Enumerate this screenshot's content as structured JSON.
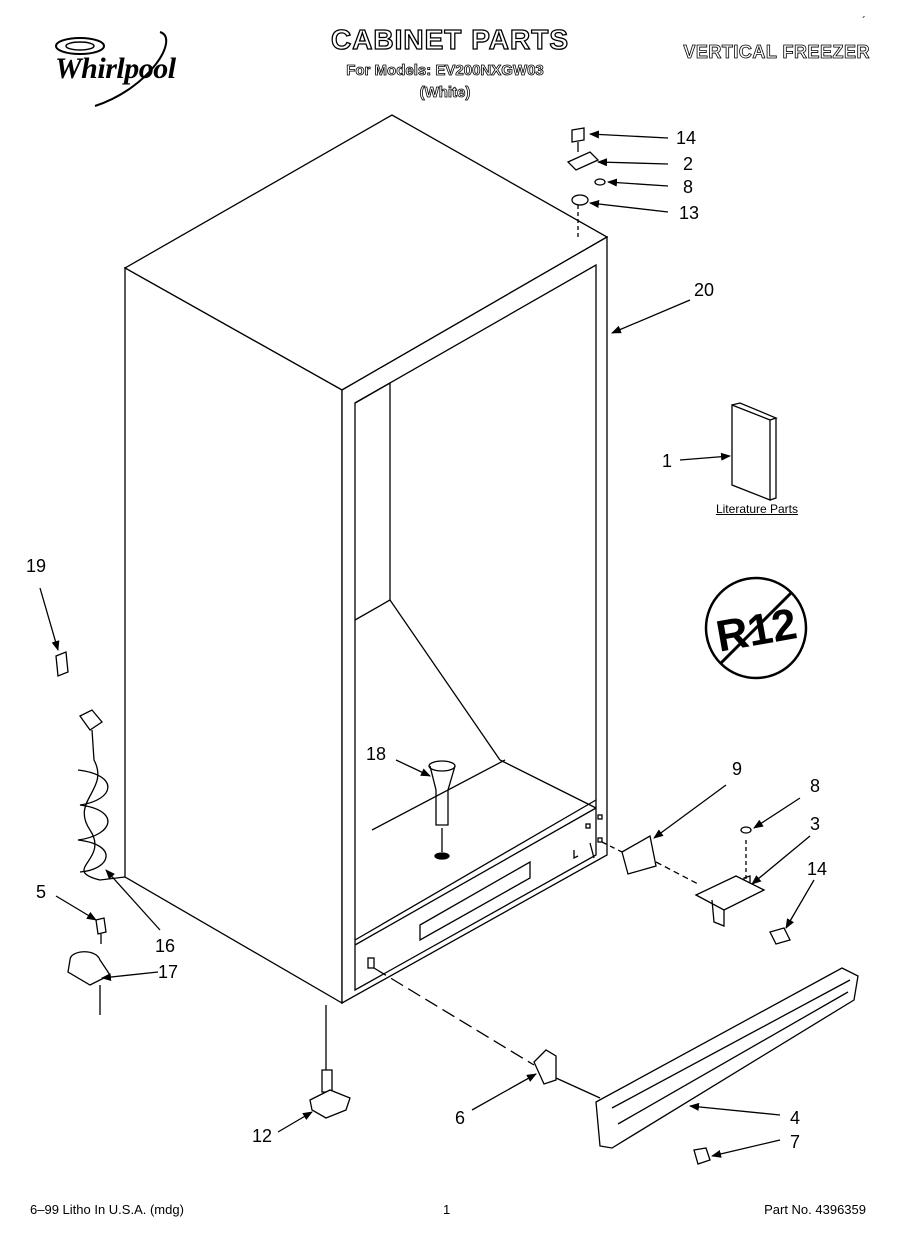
{
  "header": {
    "brand": "Whirlpool",
    "title": "CABINET PARTS",
    "models_line": "For Models: EV200NXGW03",
    "models_color": "(White)",
    "product": "VERTICAL FREEZER"
  },
  "callouts": [
    "14",
    "2",
    "8",
    "13",
    "20",
    "1",
    "19",
    "18",
    "9",
    "8",
    "3",
    "14",
    "5",
    "16",
    "17",
    "12",
    "6",
    "4",
    "7"
  ],
  "literature_label": "Literature Parts",
  "no_r12_badge": "R12",
  "footer": {
    "left": "6–99 Litho In U.S.A. (mdg)",
    "page": "1",
    "right": "Part No. 4396359"
  }
}
